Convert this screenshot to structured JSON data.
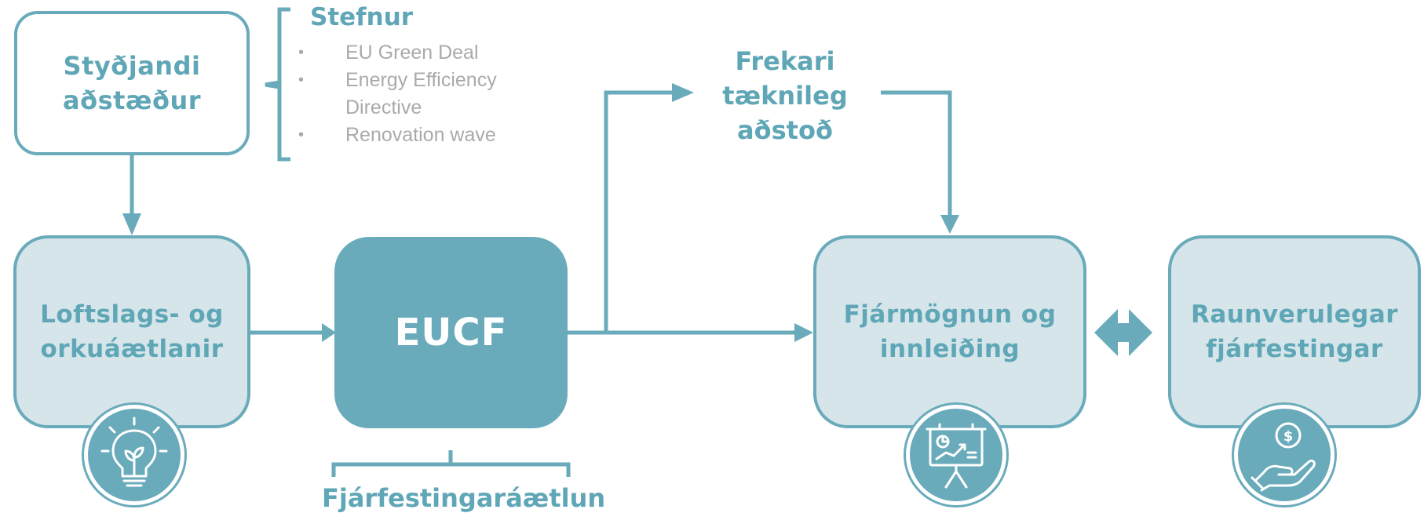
{
  "policy": {
    "title": "Stefnur",
    "items": [
      "EU Green Deal",
      "Energy Efficiency Directive",
      "Renovation wave"
    ]
  },
  "boxes": {
    "supporting_conditions": "Styðjandi\naðstæður",
    "climate_plans": "Loftslags- og\norkuáætlanir",
    "eucf": "EUCF",
    "financing": "Fjármögnun og\ninnleiðing",
    "real_investments": "Raunverulegar\nfjárfestingar"
  },
  "technical_assistance": "Frekari\ntæknileg\naðstoð",
  "investment_plan_label": "Fjárfestingaráætlun",
  "icons": {
    "climate_plans": "lightbulb-plant-icon",
    "financing": "presentation-chart-icon",
    "real_investments": "hand-coin-icon"
  },
  "colors": {
    "accent": "#6aabbb",
    "box_fill": "#d5e5ea",
    "text": "#5fa6b6",
    "list_text": "#aaaaaa"
  }
}
